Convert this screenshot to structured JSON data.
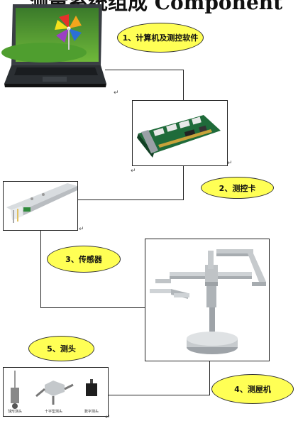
{
  "top_banner": "测量系统组成 Component",
  "labels": {
    "computer": "1、计算机及测控软件",
    "card": "2、测控卡",
    "sensor": "3、传感器",
    "machine": "4、测屋机",
    "probe": "5、测头"
  },
  "probe_captions": [
    "球形测头",
    "十字型测头",
    "数字测头"
  ],
  "mark": "↵",
  "colors": {
    "oval_fill": "#ffff55",
    "line": "#222222"
  }
}
